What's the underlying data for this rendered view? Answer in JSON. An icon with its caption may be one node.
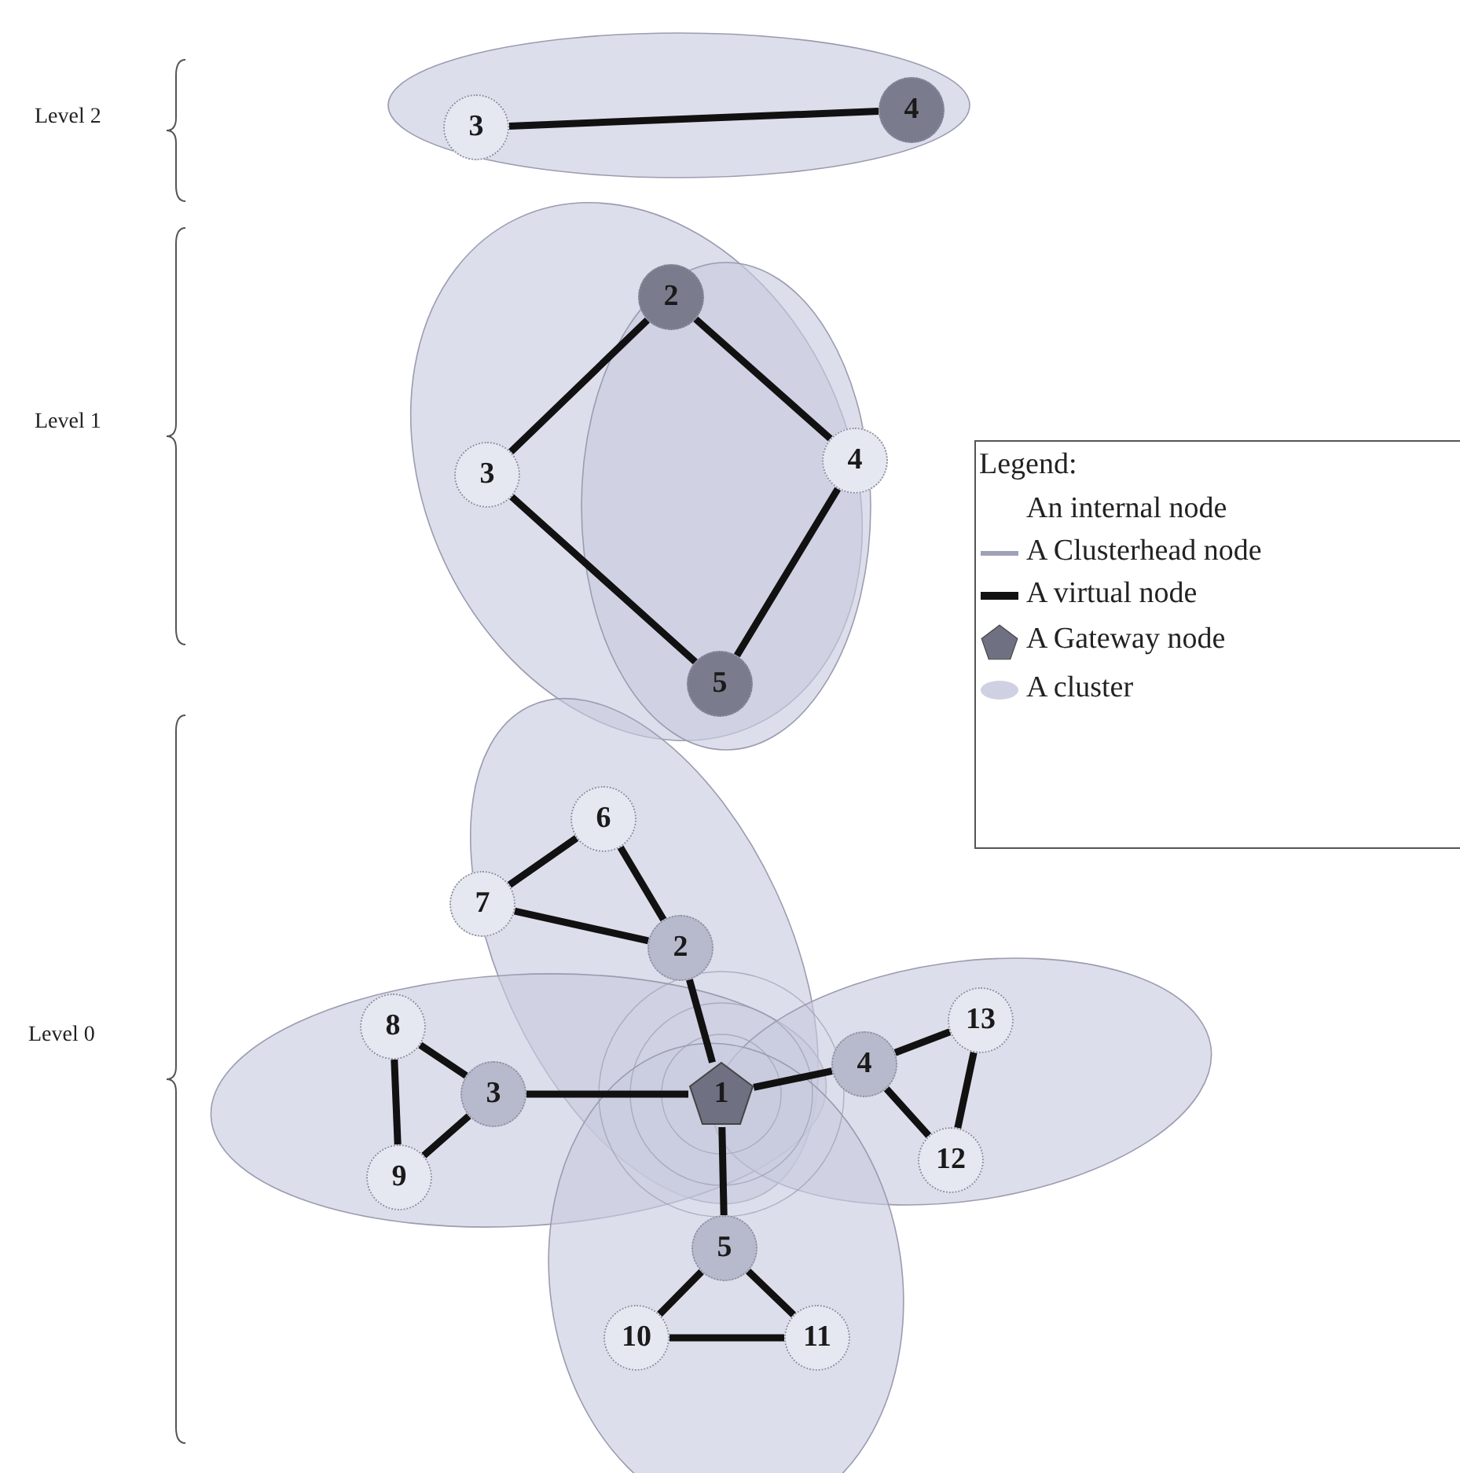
{
  "diagram": {
    "nodes": [
      {
        "text": [
          "3"
        ]
      },
      {
        "text": [
          "4"
        ]
      },
      {
        "text": [
          "2"
        ]
      },
      {
        "text": [
          "3"
        ]
      },
      {
        "text": [
          "4"
        ]
      },
      {
        "text": [
          "5"
        ]
      },
      {
        "text": [
          "6"
        ]
      },
      {
        "text": [
          "7"
        ]
      },
      {
        "text": [
          "2"
        ]
      },
      {
        "text": [
          "8"
        ]
      },
      {
        "text": [
          "13"
        ]
      },
      {
        "text": [
          "3"
        ]
      },
      {
        "text": [
          "4"
        ]
      },
      {
        "text": [
          "1"
        ]
      },
      {
        "text": [
          "12"
        ]
      },
      {
        "text": [
          "9"
        ]
      },
      {
        "text": [
          "5"
        ]
      },
      {
        "text": [
          "10"
        ]
      },
      {
        "text": [
          "11"
        ]
      }
    ],
    "edges": [
      {
        "from": 0,
        "to": 1,
        "arrow": "none"
      },
      {
        "from": 2,
        "to": 3,
        "arrow": "none"
      },
      {
        "from": 2,
        "to": 4,
        "arrow": "none"
      },
      {
        "from": 3,
        "to": 5,
        "arrow": "none"
      },
      {
        "from": 4,
        "to": 5,
        "arrow": "none"
      },
      {
        "from": 6,
        "to": 7,
        "arrow": "none"
      },
      {
        "from": 6,
        "to": 8,
        "arrow": "none"
      },
      {
        "from": 7,
        "to": 8,
        "arrow": "none"
      },
      {
        "from": 8,
        "to": 13,
        "arrow": "none"
      },
      {
        "from": 9,
        "to": 11,
        "arrow": "none"
      },
      {
        "from": 9,
        "to": 15,
        "arrow": "none"
      },
      {
        "from": 11,
        "to": 15,
        "arrow": "none"
      },
      {
        "from": 11,
        "to": 13,
        "arrow": "none"
      },
      {
        "from": 13,
        "to": 12,
        "arrow": "none"
      },
      {
        "from": 12,
        "to": 10,
        "arrow": "none"
      },
      {
        "from": 12,
        "to": 14,
        "arrow": "none"
      },
      {
        "from": 10,
        "to": 14,
        "arrow": "none"
      },
      {
        "from": 13,
        "to": 16,
        "arrow": "none"
      },
      {
        "from": 16,
        "to": 17,
        "arrow": "none"
      },
      {
        "from": 16,
        "to": 18,
        "arrow": "none"
      },
      {
        "from": 17,
        "to": 18,
        "arrow": "none"
      }
    ],
    "labels": [
      "Level 2",
      "Level 1",
      "Level 0",
      "Legend:"
    ],
    "legend": [
      {
        "text": "An internal node"
      },
      {
        "text": "A Clusterhead node"
      },
      {
        "text": "A virtual node"
      },
      {
        "text": "A Gateway node"
      },
      {
        "text": "A cluster",
        "color": "#cfd1e3"
      }
    ]
  }
}
